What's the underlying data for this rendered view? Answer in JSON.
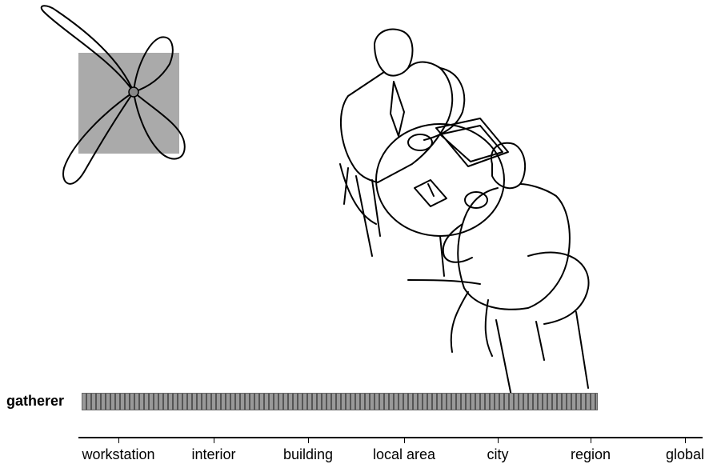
{
  "diagram": {
    "row_label": "gatherer",
    "scale": {
      "ticks": [
        "workstation",
        "interior",
        "building",
        "local area",
        "city",
        "region",
        "global"
      ]
    },
    "bar": {
      "color": "#999999",
      "stripe_color": "#555555",
      "start_tick": "workstation",
      "end_tick": "region"
    },
    "illustrations": [
      "range-diagram-icon",
      "meeting-at-cafe-table-illustration"
    ]
  }
}
